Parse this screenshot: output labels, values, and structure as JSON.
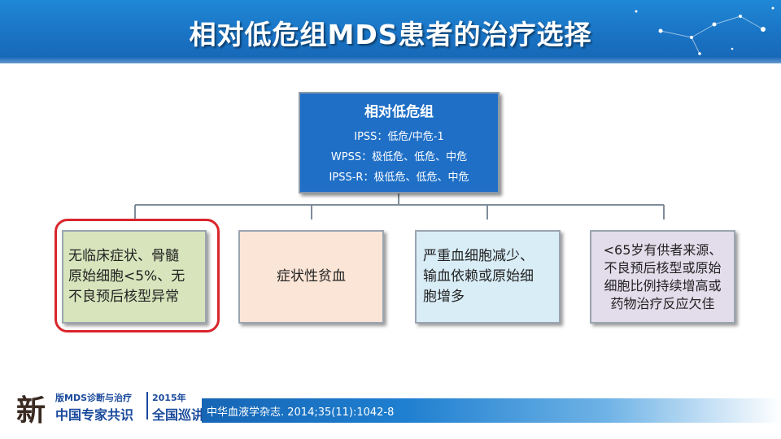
{
  "header": {
    "title": "相对低危组MDS患者的治疗选择"
  },
  "top_box": {
    "title": "相对低危组",
    "lines": [
      "IPSS：低危/中危-1",
      "WPSS：极低危、低危、中危",
      "IPSS-R：极低危、低危、中危"
    ]
  },
  "children": [
    {
      "lines": [
        "无临床症状、骨髓",
        "原始细胞<5%、无",
        "不良预后核型异常"
      ],
      "highlighted": true
    },
    {
      "lines": [
        "症状性贫血"
      ]
    },
    {
      "lines": [
        "严重血细胞减少、",
        "输血依赖或原始细",
        "胞增多"
      ]
    },
    {
      "lines": [
        "<65岁有供者来源、",
        "不良预后核型或原始",
        "细胞比例持续增高或",
        "药物治疗反应欠佳"
      ]
    }
  ],
  "footer": {
    "logo": {
      "xin": "新",
      "line1_left": "版MDS诊断与治疗",
      "line2_left": "中国专家共识",
      "line1_right": "2015年",
      "line2_right": "全国巡讲"
    },
    "citation": "中华血液学杂志. 2014;35(11):1042-8"
  },
  "colors": {
    "header_blue": "#1a73c4",
    "top_box_blue": "#1f6fc6",
    "child1_green": "#d8e4bc",
    "child2_peach": "#fbe5d6",
    "child3_lightblue": "#d9edf7",
    "child4_lavender": "#e3dcea",
    "highlight_red": "#d9262b"
  }
}
